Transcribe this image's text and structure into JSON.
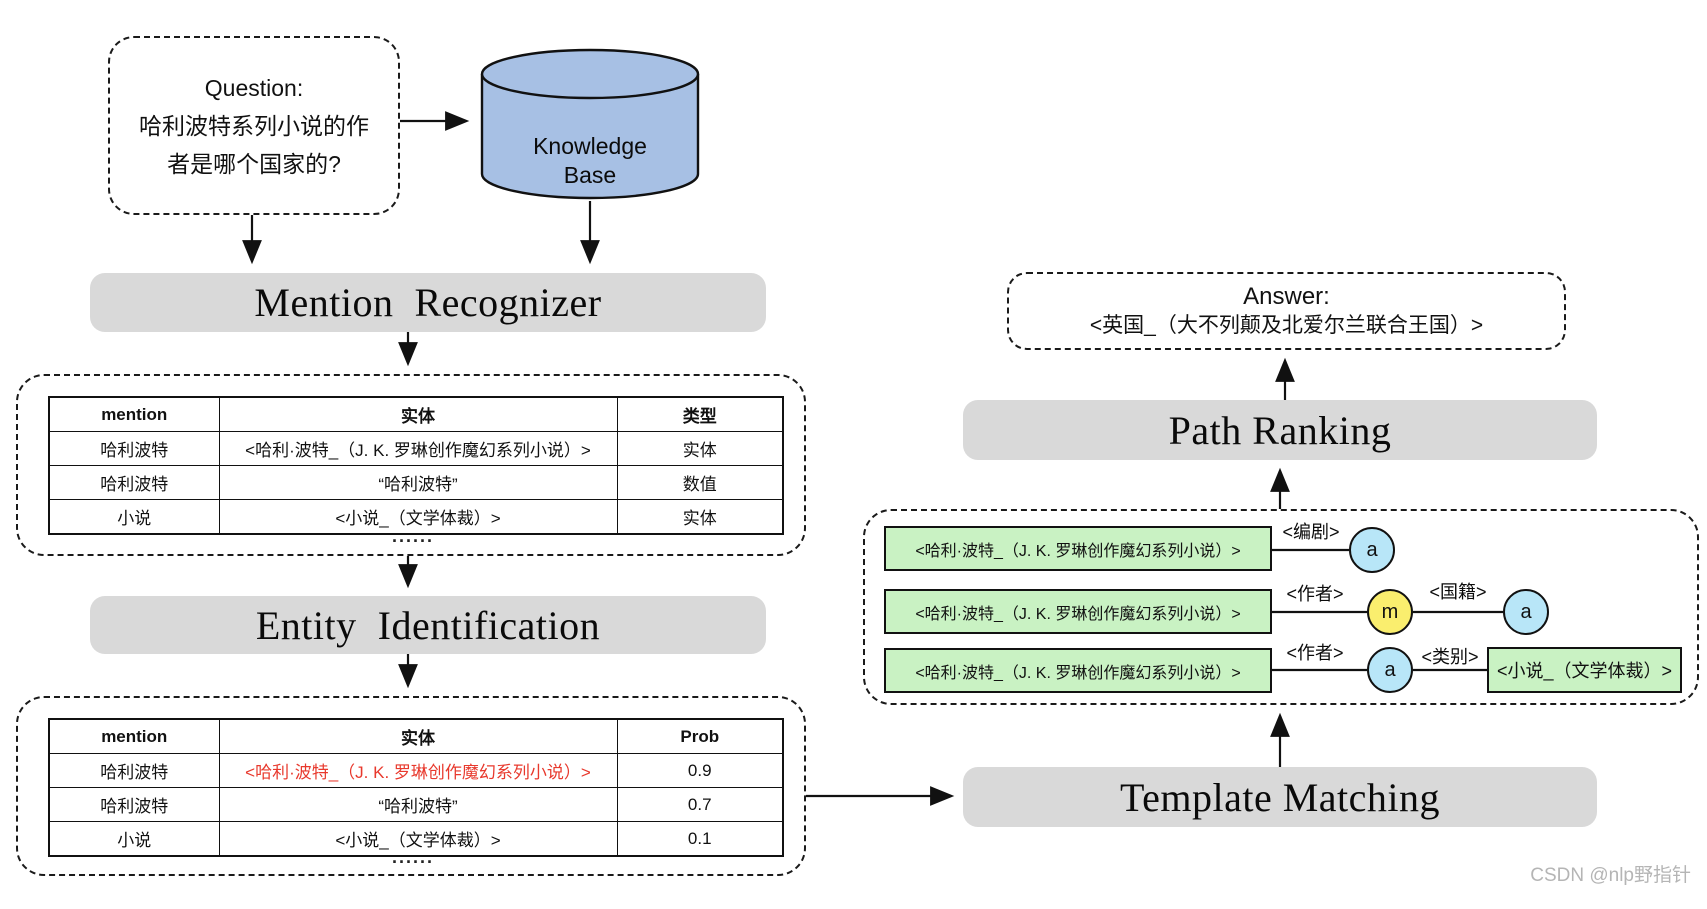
{
  "question_box": {
    "title": "Question:",
    "line1": "哈利波特系列小说的作",
    "line2": "者是哪个国家的?"
  },
  "knowledge_base": {
    "line1": "Knowledge",
    "line2": "Base"
  },
  "stages": {
    "mention_recognizer": "Mention  Recognizer",
    "entity_identification": "Entity  Identification",
    "path_ranking": "Path Ranking",
    "template_matching": "Template Matching"
  },
  "mention_table": {
    "headers": [
      "mention",
      "实体",
      "类型"
    ],
    "rows": [
      [
        "哈利波特",
        "<哈利·波特_（J. K. 罗琳创作魔幻系列小说）>",
        "实体"
      ],
      [
        "哈利波特",
        "“哈利波特”",
        "数值"
      ],
      [
        "小说",
        "<小说_（文学体裁）>",
        "实体"
      ]
    ],
    "ellipsis": "......"
  },
  "entity_table": {
    "headers": [
      "mention",
      "实体",
      "Prob"
    ],
    "rows": [
      [
        "哈利波特",
        "<哈利·波特_（J. K. 罗琳创作魔幻系列小说）>",
        "0.9"
      ],
      [
        "哈利波特",
        "“哈利波特”",
        "0.7"
      ],
      [
        "小说",
        "<小说_（文学体裁）>",
        "0.1"
      ]
    ],
    "highlight": {
      "row": 0,
      "col": 1,
      "color": "#e8392d"
    },
    "ellipsis": "......"
  },
  "answer_box": {
    "title": "Answer:",
    "value": "<英国_（大不列颠及北爱尔兰联合王国）>"
  },
  "paths": [
    {
      "subject": "<哈利·波特_（J. K. 罗琳创作魔幻系列小说）>",
      "relation1": "<编剧>",
      "node1": "a"
    },
    {
      "subject": "<哈利·波特_（J. K. 罗琳创作魔幻系列小说）>",
      "relation1": "<作者>",
      "node1": "m",
      "relation2": "<国籍>",
      "node2": "a"
    },
    {
      "subject": "<哈利·波特_（J. K. 罗琳创作魔幻系列小说）>",
      "relation1": "<作者>",
      "node1": "a",
      "relation2": "<类别>",
      "object": "<小说_（文学体裁）>"
    }
  ],
  "watermark": "CSDN @nlp野指针",
  "colors": {
    "cylinder_fill": "#a7c0e4",
    "stage_bar": "#d9d9d9",
    "entity_box_green": "#c9f2c3",
    "node_blue": "#b8e6f8",
    "node_yellow": "#faee6e",
    "highlight_red": "#e8392d"
  }
}
